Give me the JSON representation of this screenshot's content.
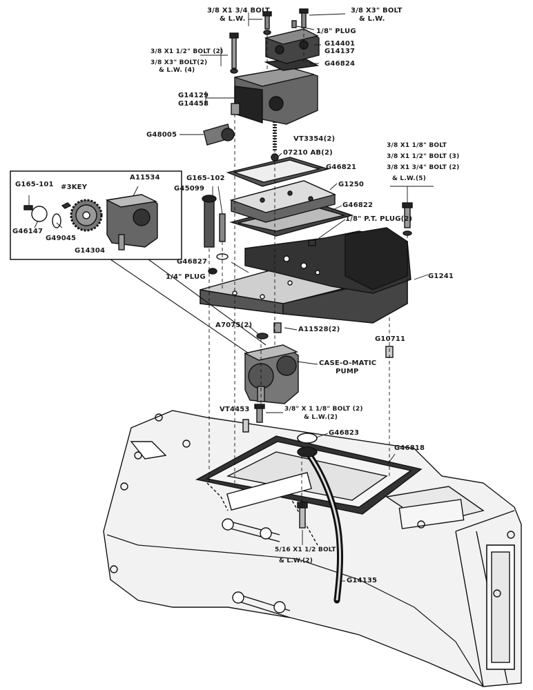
{
  "labels": {
    "bolt_3_8x1_3_4": "3/8 X1 3/4 BOLT",
    "bolt_3_8x1_3_4_lw": "& L.W.",
    "bolt_3_8x3": "3/8 X3\" BOLT",
    "bolt_3_8x3_lw": "& L.W.",
    "plug_1_8": "1/8\" PLUG",
    "g14401": "G14401",
    "g14137": "G14137",
    "bolt_3_8x1_1_2_2": "3/8 X1 1/2\" BOLT (2)",
    "bolt_3_8x3_2": "3/8 X3\" BOLT(2)",
    "lw_4": "& L.W. (4)",
    "g46824": "G46824",
    "g14129": "G14129",
    "g14458": "G14458",
    "g48005": "G48005",
    "vt3354": "VT3354(2)",
    "o7210ab": "07210 AB(2)",
    "g46821": "G46821",
    "bolt_3_8x1_1_8": "3/8 X1 1/8\" BOLT",
    "bolt_3_8x1_1_2_3": "3/8 X1 1/2\" BOLT (3)",
    "bolt_3_8x1_3_4_2": "3/8 X1 3/4\" BOLT (2)",
    "lw_5": "& L.W.(5)",
    "g165_101": "G165-101",
    "key_3": "#3KEY",
    "a11534": "A11534",
    "g165_102": "G165-102",
    "g45099": "G45099",
    "g1250": "G1250",
    "g46822": "G46822",
    "pt_plug_2": "1/8\" P.T. PLUG(2)",
    "g46147": "G46147",
    "g49045": "G49045",
    "g14304": "G14304",
    "g46827": "G46827",
    "plug_1_4": "1/4\" PLUG",
    "g1241": "G1241",
    "a7075": "A7075(2)",
    "a11528": "A11528(2)",
    "g10711": "G10711",
    "case_o_matic_1": "CASE-O-MATIC",
    "case_o_matic_2": "PUMP",
    "vt4453": "VT4453",
    "bolt_3_8x1_1_8_2": "3/8\" X 1 1/8\" BOLT (2)",
    "lw_2a": "& L.W.(2)",
    "g46823": "G46823",
    "g46818": "G46818",
    "bolt_5_16x1_1_2": "5/16 X1 1/2 BOLT",
    "lw_2b": "& L.W.(2)",
    "g14135": "G14135"
  }
}
